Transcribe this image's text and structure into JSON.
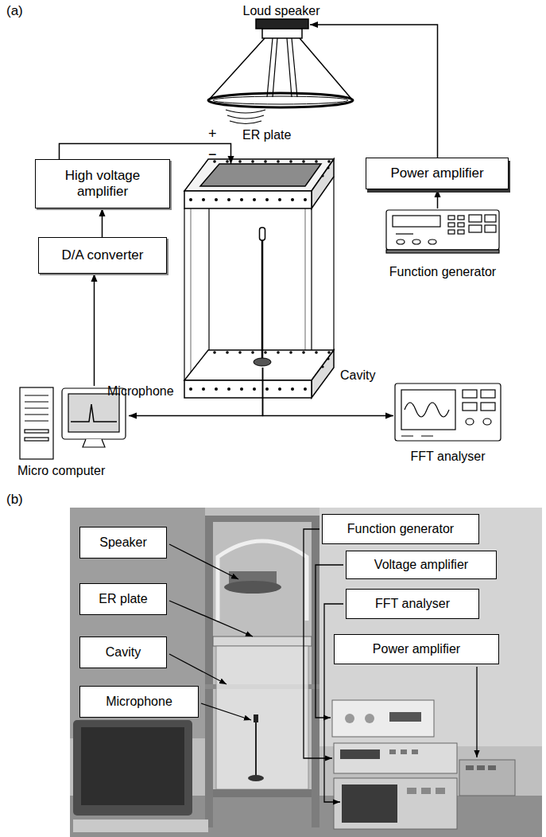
{
  "diagram": {
    "nodes": [
      {
        "text": [
          "Loud speaker"
        ]
      },
      {
        "text": [
          "High voltage amplifier"
        ]
      },
      {
        "text": [
          "Cavity"
        ]
      },
      {
        "text": [
          "ER plate"
        ],
        "in": 2
      },
      {
        "text": [
          "Power amplifier"
        ]
      },
      {
        "text": [
          "D/A converter"
        ]
      },
      {
        "text": [
          "Function generator"
        ]
      },
      {
        "text": [
          "Microphone"
        ],
        "in": 2
      },
      {
        "text": [
          "Micro computer"
        ]
      },
      {
        "text": [
          "FFT analyser"
        ]
      },
      {
        "text": [
          "Speaker"
        ]
      },
      {
        "text": [
          "Function generator"
        ]
      },
      {
        "text": [
          "Voltage amplifier"
        ]
      },
      {
        "text": [
          "ER plate"
        ]
      },
      {
        "text": [
          "FFT analyser"
        ]
      },
      {
        "text": [
          "Cavity"
        ]
      },
      {
        "text": [
          "Power amplifier"
        ]
      },
      {
        "text": [
          "Microphone"
        ]
      }
    ],
    "edges": [
      {
        "from": 6,
        "to": 4,
        "arrow": "to"
      },
      {
        "from": 4,
        "to": 0,
        "arrow": "to"
      },
      {
        "from": 8,
        "to": 5,
        "arrow": "to"
      },
      {
        "from": 5,
        "to": 1,
        "arrow": "to"
      },
      {
        "from": 1,
        "to": 3,
        "arrow": "to"
      },
      {
        "from": 7,
        "to": 8,
        "arrow": "to"
      },
      {
        "from": 7,
        "to": 9,
        "arrow": "to"
      }
    ],
    "labels": [
      "(a)",
      "+",
      "−",
      "(b)"
    ]
  }
}
